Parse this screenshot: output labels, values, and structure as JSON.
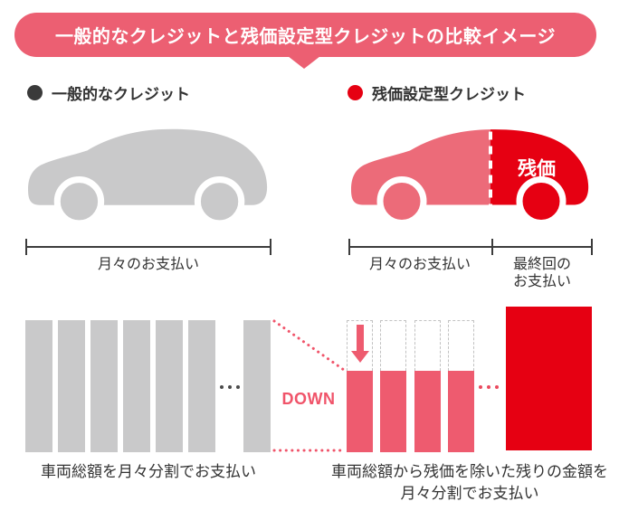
{
  "banner": {
    "title": "一般的なクレジットと残価設定型クレジットの比較イメージ"
  },
  "legend": {
    "general": {
      "label": "一般的なクレジット",
      "dot_color": "#3a3a3a"
    },
    "residual": {
      "label": "残価設定型クレジット",
      "dot_color": "#e60012"
    }
  },
  "cars": {
    "general_color": "#c9c9ca",
    "residual_front_color": "#ec6b79",
    "residual_rear_color": "#e60012",
    "residual_label": "残価"
  },
  "brackets": {
    "general": {
      "label": "月々のお支払い"
    },
    "residual": {
      "monthly_label": "月々のお支払い",
      "final_line1": "最終回の",
      "final_line2": "お支払い"
    }
  },
  "bars": {
    "general": {
      "count_visible": 6,
      "extra_count": 1,
      "color": "#c9c9ca",
      "full_height": 146
    },
    "residual": {
      "count_visible": 4,
      "color": "#ee5b6f",
      "reduced_height": 88,
      "ghost_height": 58
    },
    "final_payment": {
      "color": "#e60012",
      "height": 159
    },
    "down_label": "DOWN",
    "ellipsis": "…"
  },
  "captions": {
    "general": "車両総額を月々分割でお支払い",
    "residual_line1": "車両総額から残価を除いた残りの金額を",
    "residual_line2": "月々分割でお支払い"
  },
  "colors": {
    "pink": "#ec5f72",
    "bar_pink": "#ee5b6f",
    "car_front_pink": "#ec6b79",
    "red": "#e60012",
    "gray": "#c9c9ca",
    "text_dark": "#333333",
    "bracket": "#3c3c3c",
    "ghost_dashed": "#c2c2c2",
    "down_pink": "#f0546a",
    "dots_dark": "#4a4a4a",
    "dots_red": "#ea4a5e"
  }
}
